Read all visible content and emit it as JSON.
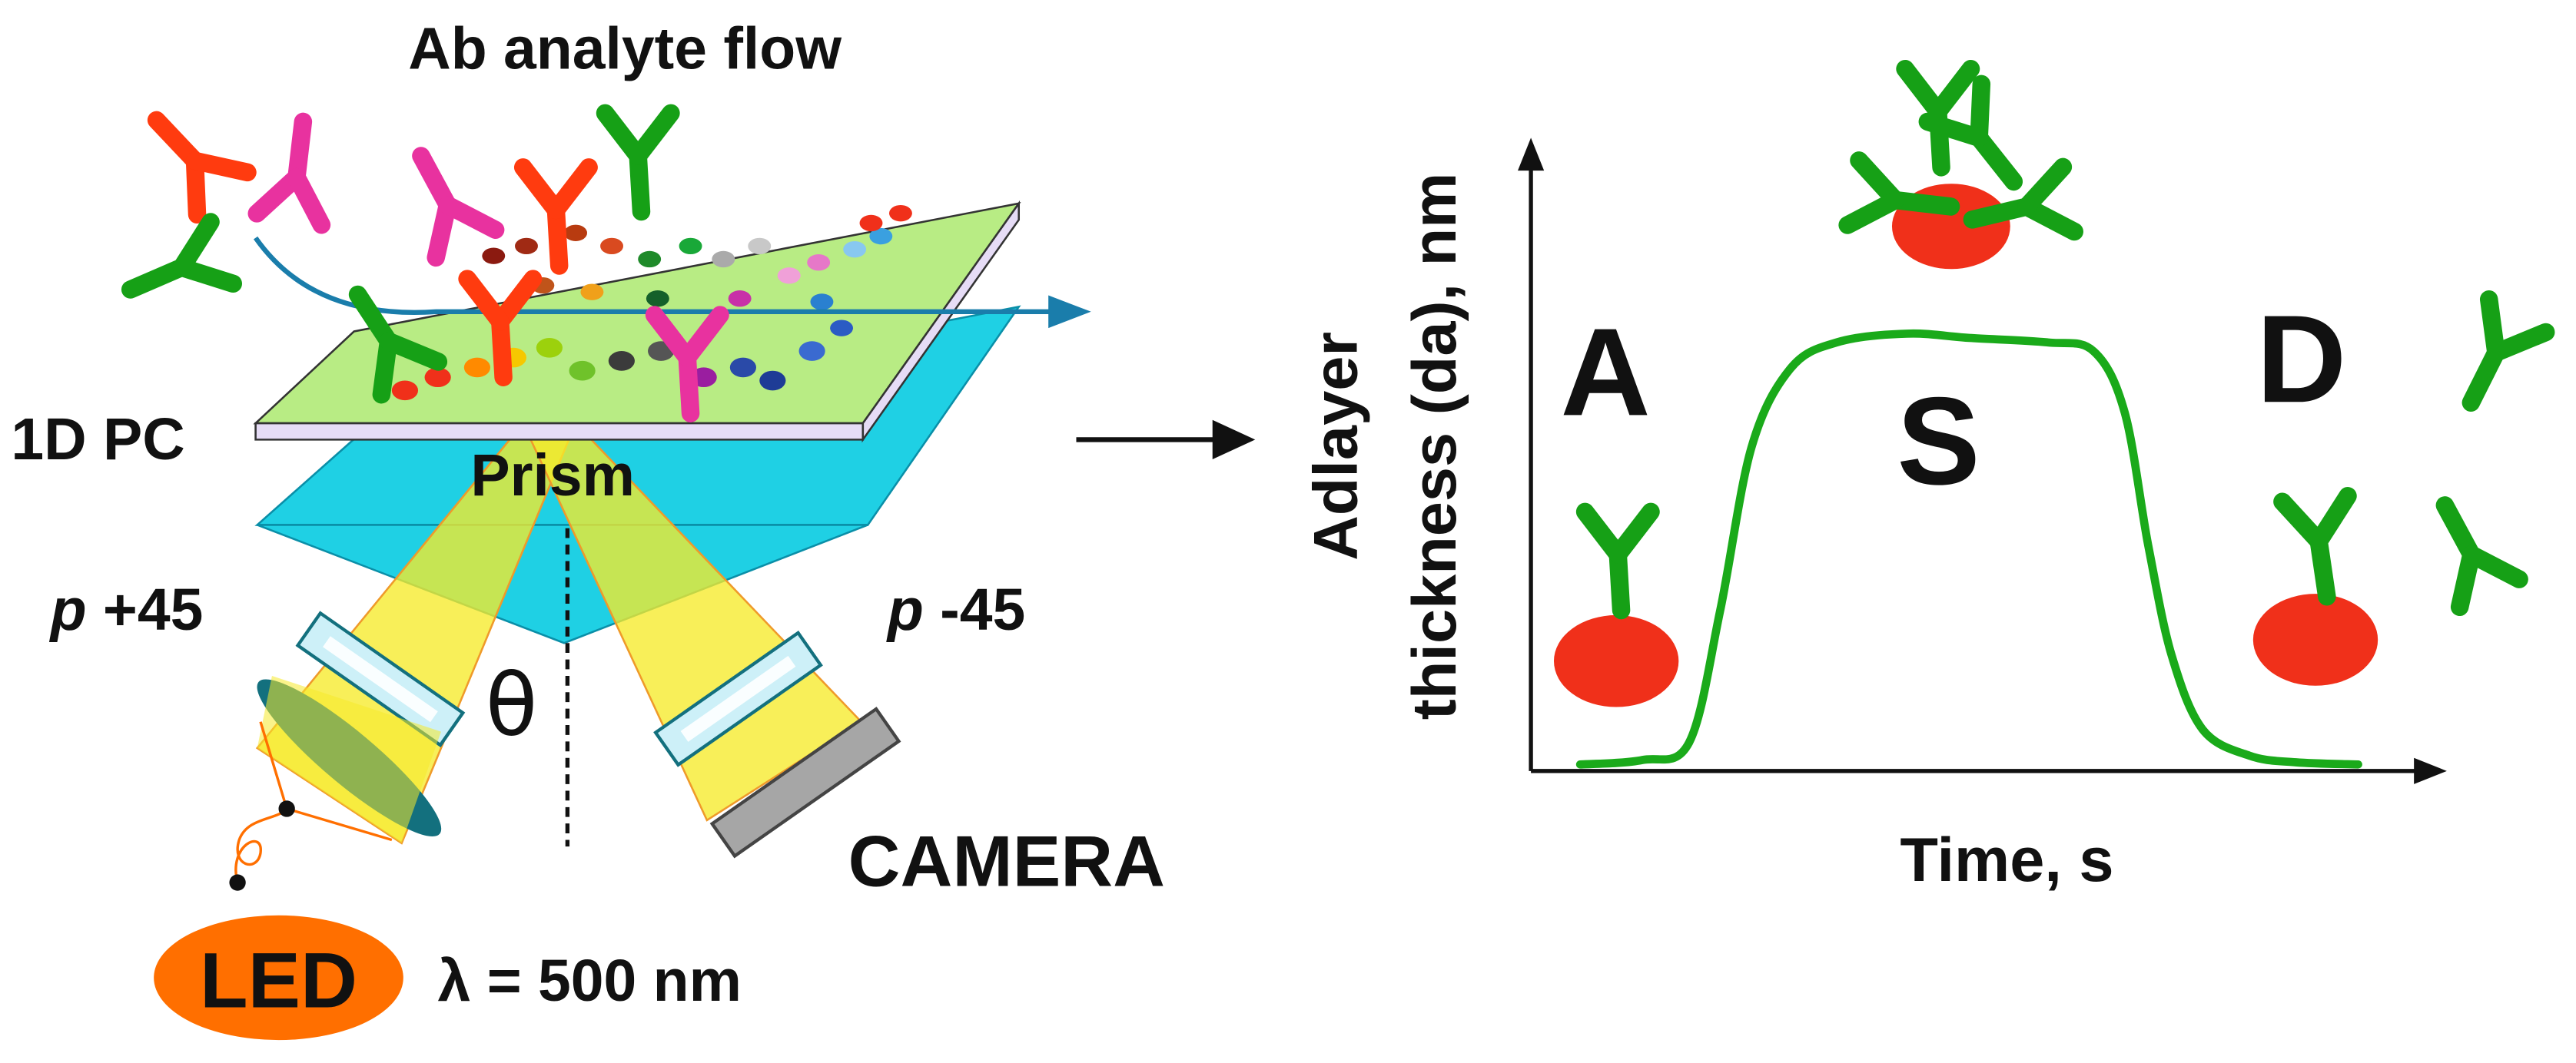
{
  "colors": {
    "antibody_red": "#ff3b0f",
    "antibody_magenta": "#e8329f",
    "antibody_green": "#16a016",
    "chip_green": "#b8ec84",
    "prism_cyan": "#1fd0e4",
    "beam_yellow": "#f6ea2a",
    "led_orange": "#ff6f00",
    "lens_teal": "#13707e",
    "flow_arrow": "#1a7dab",
    "curve_green": "#1aaa1a",
    "spot_red": "#f0301a",
    "camera_gray": "#a6a6a6",
    "filter_light_blue": "#cdf0f8"
  },
  "setup": {
    "flow_label": "Ab analyte flow",
    "chip_label": "1D PC",
    "prism_label": "Prism",
    "polarizer_in_symbol": "p",
    "polarizer_in_angle": "+45",
    "polarizer_out_symbol": "p",
    "polarizer_out_angle": "-45",
    "angle_symbol": "θ",
    "source_label": "LED",
    "wavelength_label": "λ = 500 nm",
    "detector_label": "CAMERA"
  },
  "plot": {
    "ylabel_line1": "Adlayer",
    "ylabel_line2": "thickness (da), nm",
    "xlabel": "Time, s",
    "phase_association": "A",
    "phase_steady": "S",
    "phase_dissociation": "D"
  },
  "chart_data": {
    "type": "line",
    "title": "",
    "xlabel": "Time, s",
    "ylabel": "Adlayer thickness (da), nm",
    "series": [
      {
        "x": [
          0,
          0.08,
          0.14,
          0.18,
          0.22,
          0.27,
          0.33,
          0.42,
          0.5,
          0.6,
          0.66,
          0.7,
          0.73,
          0.76,
          0.8,
          0.86,
          0.92,
          1.0
        ],
        "values": [
          0,
          0.01,
          0.05,
          0.35,
          0.72,
          0.9,
          0.96,
          0.98,
          0.97,
          0.96,
          0.94,
          0.8,
          0.5,
          0.25,
          0.08,
          0.02,
          0.005,
          0
        ]
      }
    ],
    "xlim": [
      0,
      1
    ],
    "ylim": [
      0,
      1
    ],
    "grid": false,
    "legend": "none"
  }
}
